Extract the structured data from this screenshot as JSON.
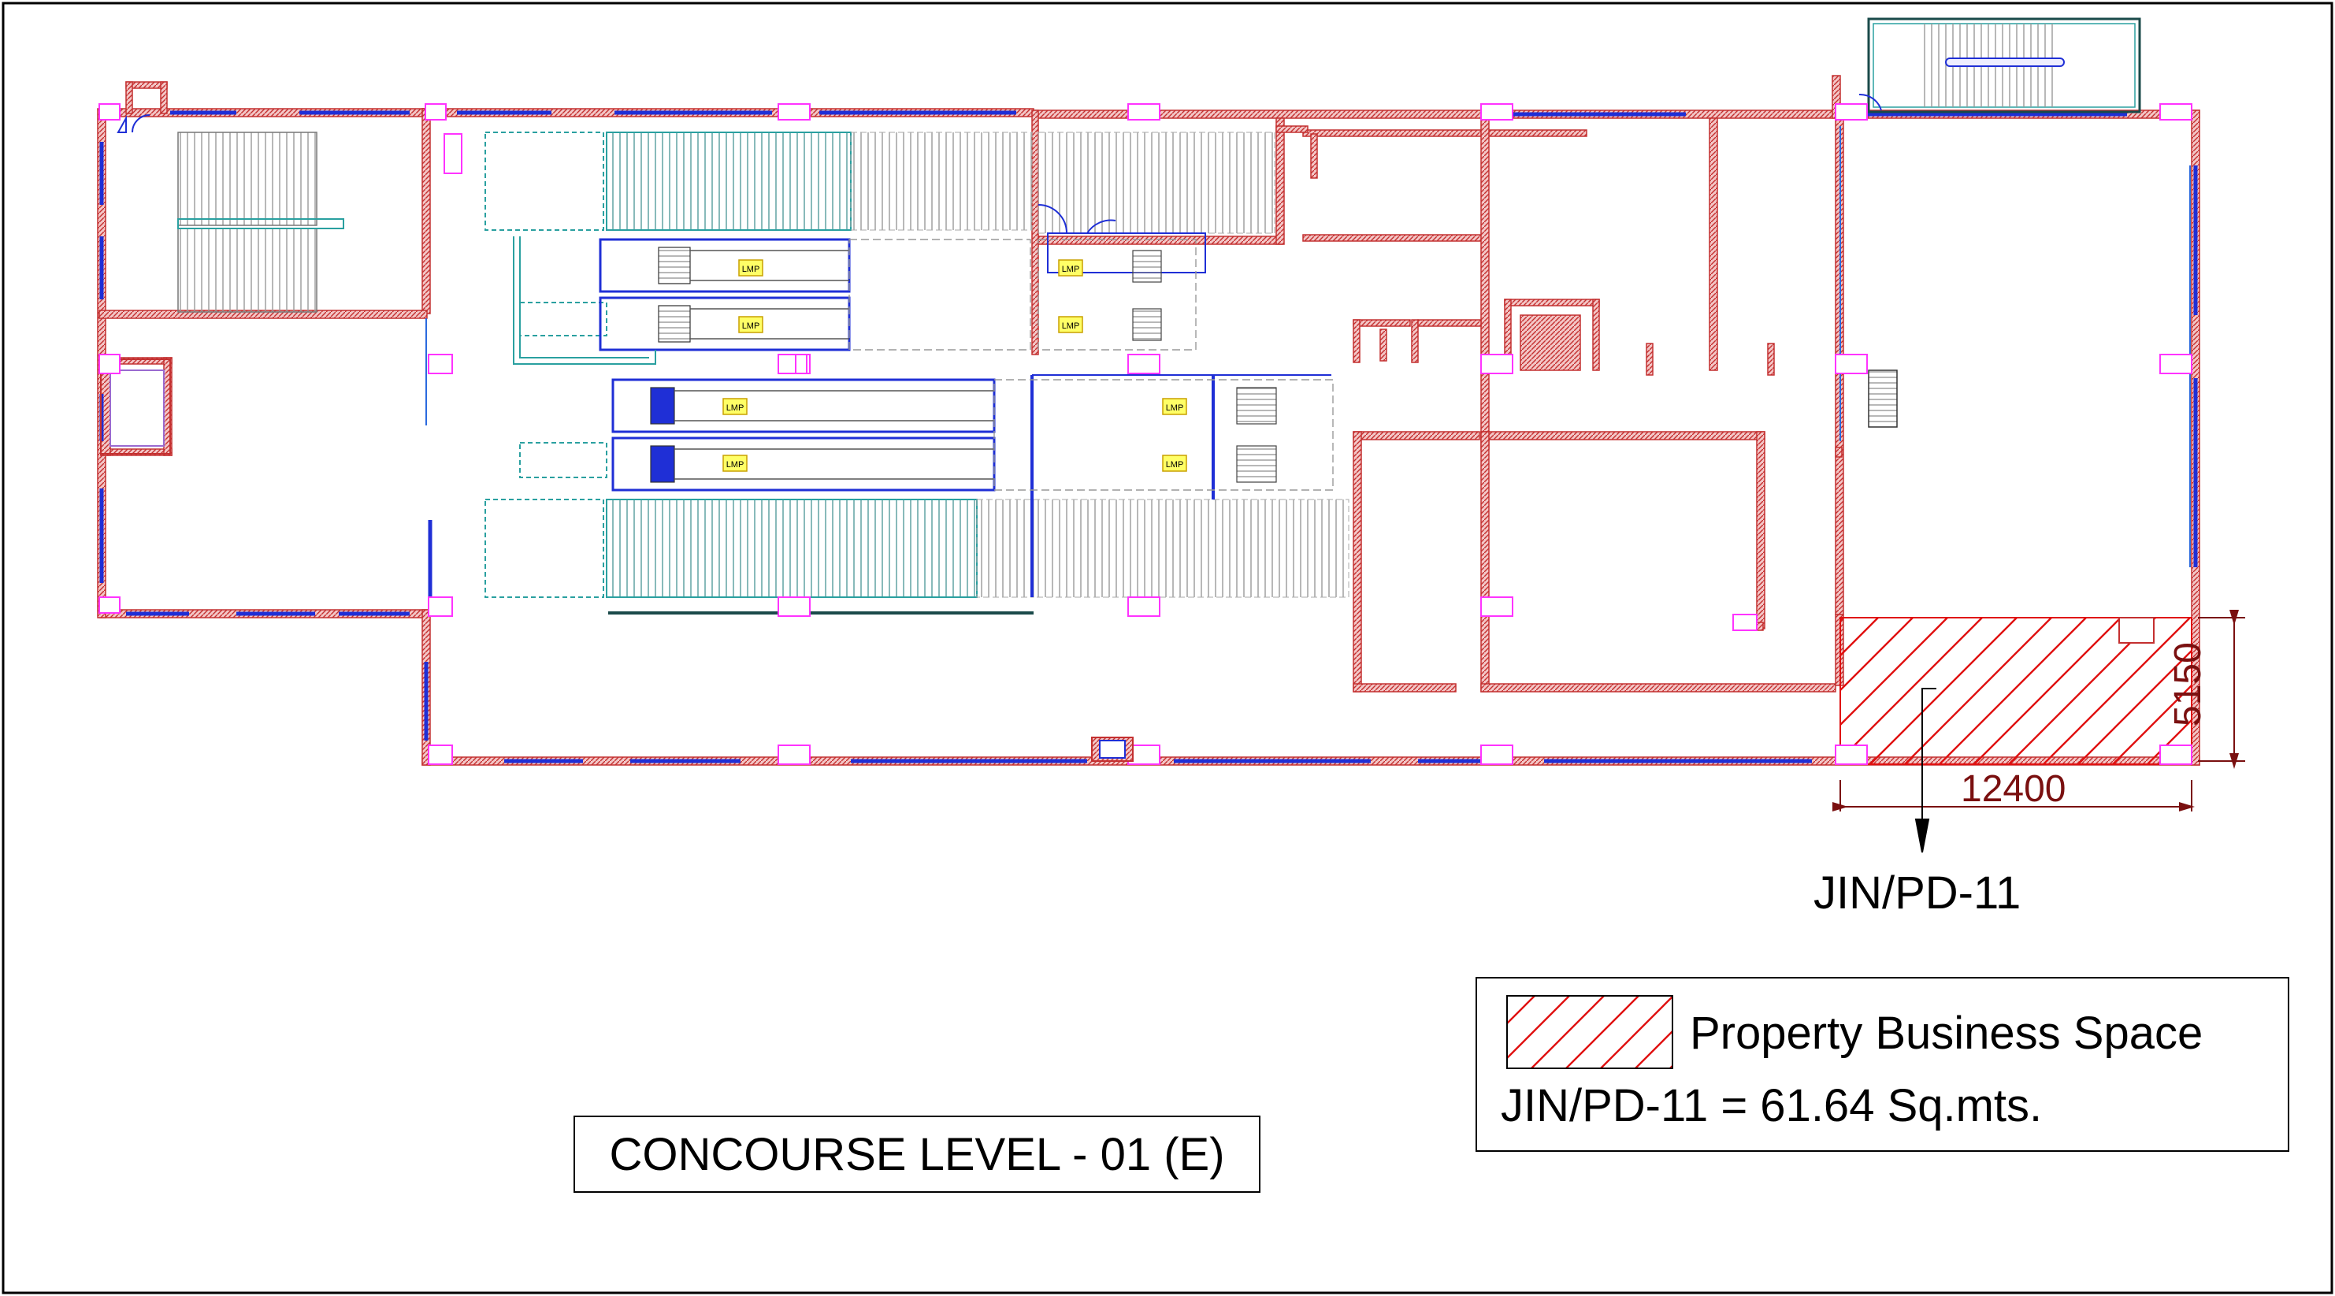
{
  "drawing": {
    "title": "CONCOURSE LEVEL - 01 (E)",
    "unit_id": "JIN/PD-11",
    "dimension_width": "12400",
    "dimension_height": "5150",
    "equipment_tag": "LMP"
  },
  "legend": {
    "label": "Property Business Space",
    "area_text": "JIN/PD-11 = 61.64 Sq.mts."
  },
  "colors": {
    "wall": "#d44a4a",
    "glazing": "#1f2fd6",
    "column_marker": "#ff33ff",
    "stair_cyan": "#2aa0a0",
    "escalator_blue": "#1f2fd6",
    "hatch_red": "#e01010",
    "dimension": "#7a1010"
  }
}
